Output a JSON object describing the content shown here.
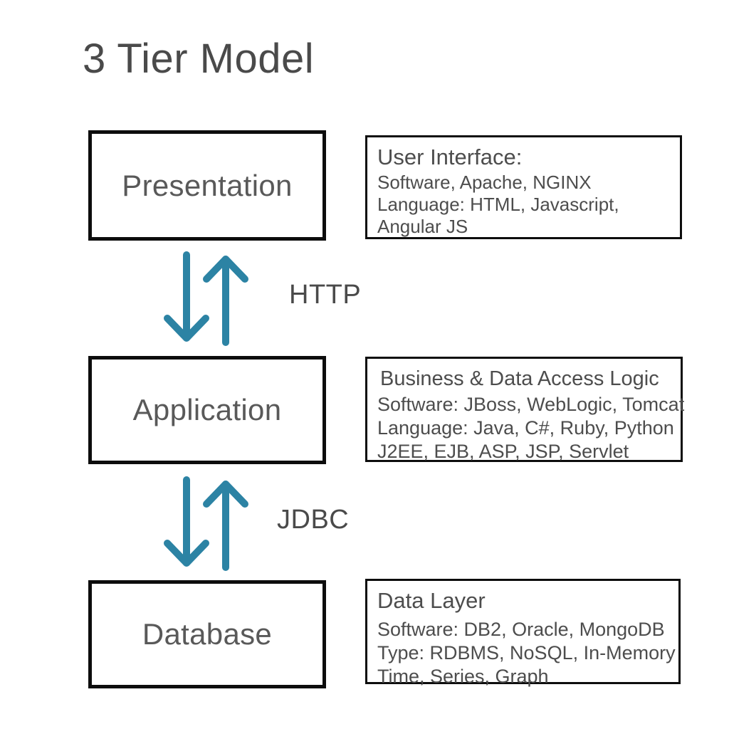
{
  "title": "3 Tier Model",
  "colors": {
    "arrow_teal": "#2c83a4",
    "box_border": "#0d0d0d",
    "text_gray": "#4d4d4d",
    "title_gray": "#4a4a4a",
    "background": "#ffffff"
  },
  "tiers": [
    {
      "name": "presentation",
      "label": "Presentation"
    },
    {
      "name": "application",
      "label": "Application"
    },
    {
      "name": "database",
      "label": "Database"
    }
  ],
  "info_boxes": [
    {
      "name": "user-interface",
      "heading": "User Interface:",
      "lines": [
        "Software, Apache, NGINX",
        "Language: HTML, Javascript,",
        "Angular JS"
      ]
    },
    {
      "name": "business-data-access-logic",
      "heading": "Business & Data Access Logic",
      "lines": [
        "Software: JBoss, WebLogic, Tomcat",
        "Language: Java, C#, Ruby, Python",
        "J2EE, EJB, ASP, JSP, Servlet"
      ]
    },
    {
      "name": "data-layer",
      "heading": "Data Layer",
      "lines": [
        "Software: DB2, Oracle, MongoDB",
        "Type: RDBMS, NoSQL, In-Memory",
        "Time, Series, Graph"
      ]
    }
  ],
  "connectors": [
    {
      "name": "http",
      "label": "HTTP",
      "icon": "bidirectional-arrows-icon"
    },
    {
      "name": "jdbc",
      "label": "JDBC",
      "icon": "bidirectional-arrows-icon"
    }
  ]
}
